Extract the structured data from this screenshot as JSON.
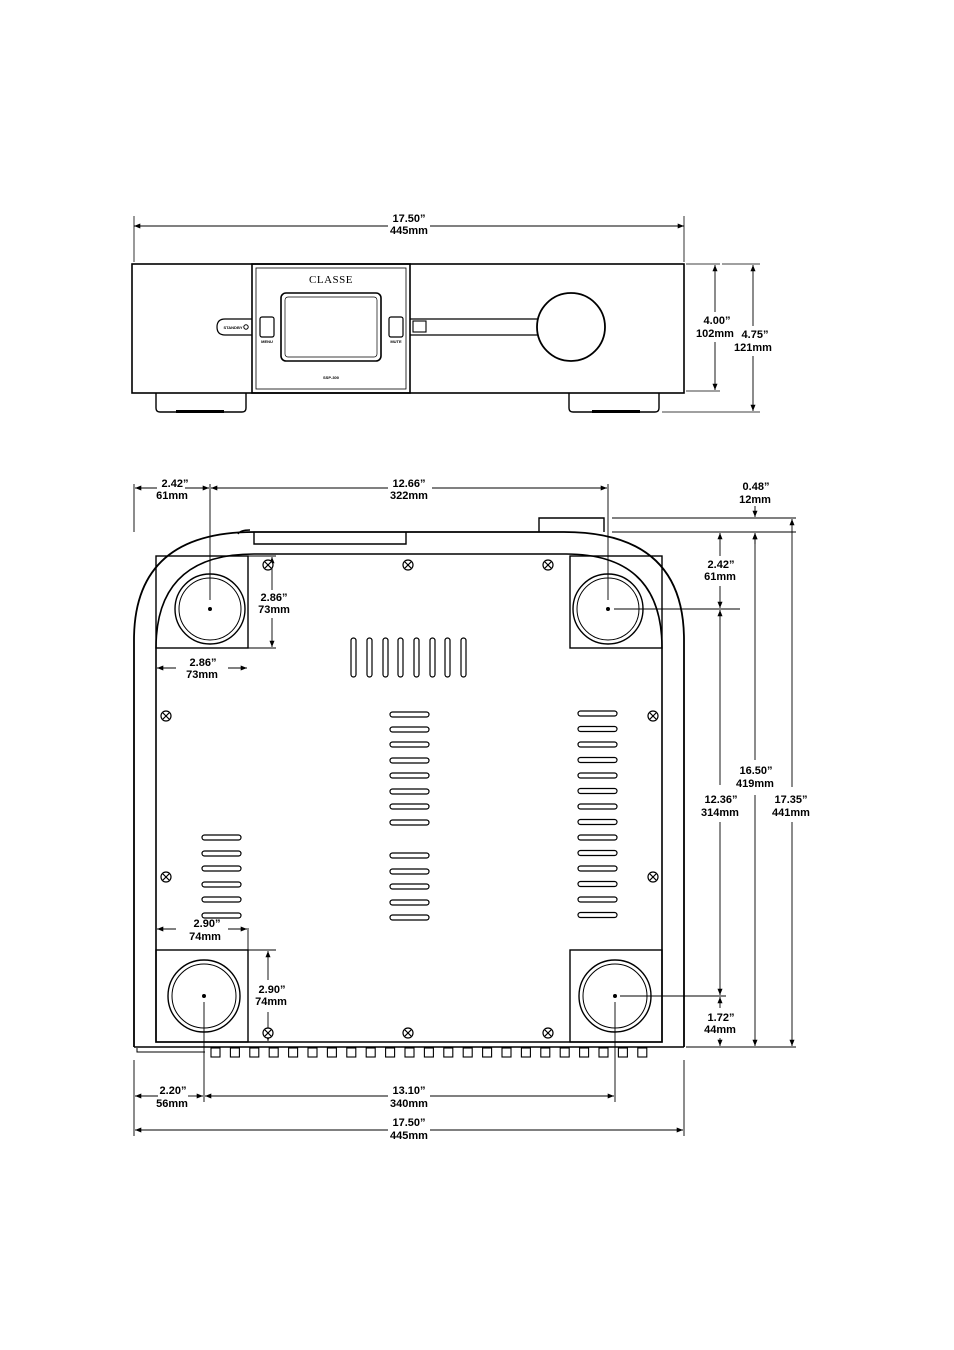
{
  "front_view": {
    "width_in": "17.50”",
    "width_mm": "445mm",
    "panel_height_in": "4.00”",
    "panel_height_mm": "102mm",
    "total_height_in": "4.75”",
    "total_height_mm": "121mm",
    "brand": "CLASSE",
    "model": "SSP-300",
    "standby_label": "STANDBY",
    "menu_label": "MENU",
    "mute_label": "MUTE"
  },
  "bottom_view": {
    "left_foot_offset_in": "2.42”",
    "left_foot_offset_mm": "61mm",
    "foot_spacing_top_in": "12.66”",
    "foot_spacing_top_mm": "322mm",
    "rear_overhang_in": "0.48”",
    "rear_overhang_mm": "12mm",
    "right_foot_offset_in": "2.42”",
    "right_foot_offset_mm": "61mm",
    "front_foot_size_v_in": "2.86”",
    "front_foot_size_v_mm": "73mm",
    "front_foot_size_h_in": "2.86”",
    "front_foot_size_h_mm": "73mm",
    "depth_in": "16.50”",
    "depth_mm": "419mm",
    "foot_depth_spacing_in": "12.36”",
    "foot_depth_spacing_mm": "314mm",
    "total_depth_in": "17.35”",
    "total_depth_mm": "441mm",
    "rear_foot_size_h_in": "2.90”",
    "rear_foot_size_h_mm": "74mm",
    "rear_foot_size_v_in": "2.90”",
    "rear_foot_size_v_mm": "74mm",
    "rear_foot_offset_in": "1.72”",
    "rear_foot_offset_mm": "44mm",
    "rear_left_offset_in": "2.20”",
    "rear_left_offset_mm": "56mm",
    "foot_spacing_bottom_in": "13.10”",
    "foot_spacing_bottom_mm": "340mm",
    "width_in": "17.50”",
    "width_mm": "445mm"
  }
}
